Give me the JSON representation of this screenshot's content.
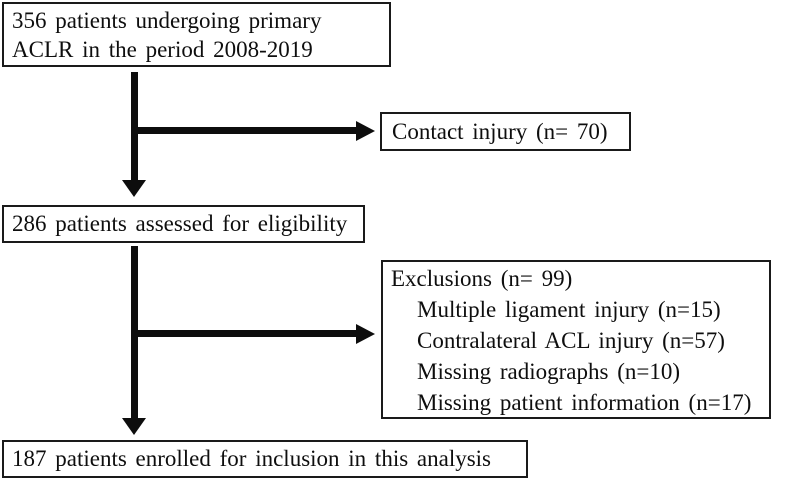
{
  "boxes": {
    "primary": {
      "lines": [
        "356 patients undergoing primary",
        "ACLR in the period 2008-2019"
      ]
    },
    "contact": {
      "label": "Contact injury (n= 70)"
    },
    "eligibility": {
      "label": "286 patients assessed for eligibility"
    },
    "exclusions": {
      "header": "Exclusions (n= 99)",
      "items": [
        "Multiple ligament injury (n=15)",
        "Contralateral ACL injury (n=57)",
        "Missing radiographs (n=10)",
        "Missing patient information (n=17)"
      ]
    },
    "enrolled": {
      "label": "187 patients enrolled for inclusion in this analysis"
    }
  },
  "colors": {
    "background": "#ffffff",
    "border": "#1a1a1a",
    "arrow": "#0d0d0d",
    "text": "#0e0e0e"
  }
}
